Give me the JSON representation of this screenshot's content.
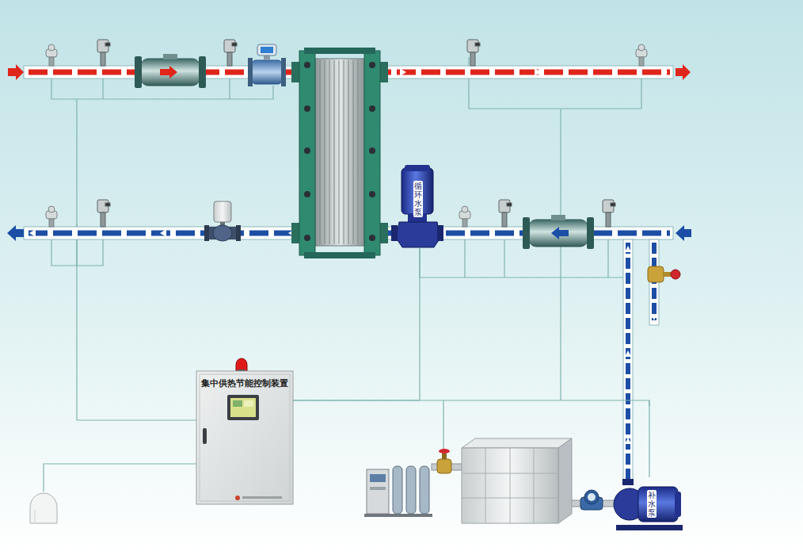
{
  "diagram": {
    "nodes": [
      {
        "text": [
          "循环水泵"
        ]
      },
      {
        "text": [
          "集中供热节能控制装置"
        ]
      },
      {
        "text": [
          "补水泵"
        ]
      }
    ],
    "edges": [
      {
        "from": 1,
        "to": 0,
        "arrow": "none"
      },
      {
        "from": 1,
        "to": 2,
        "arrow": "none"
      }
    ]
  }
}
